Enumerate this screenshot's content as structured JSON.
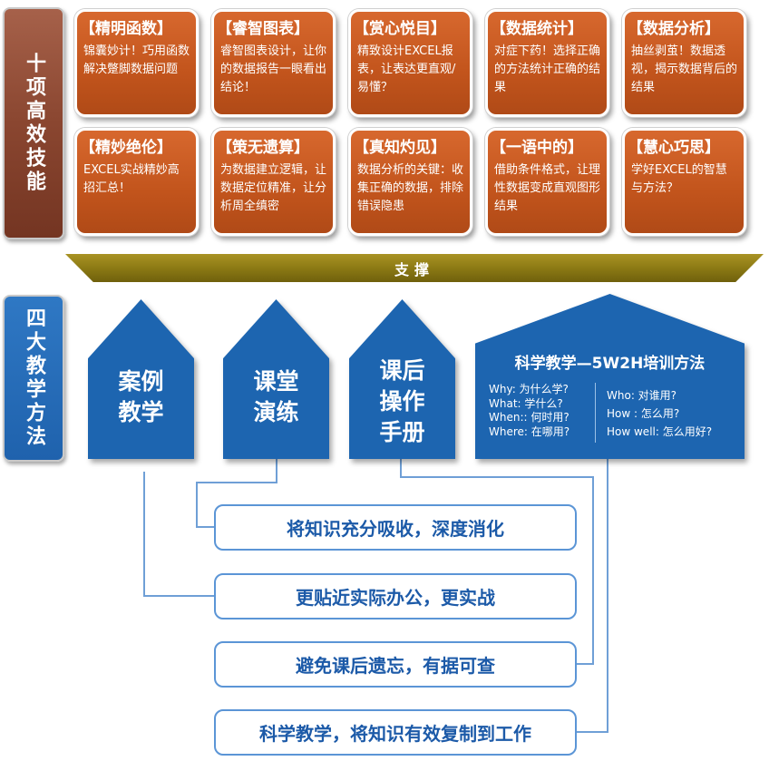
{
  "side_labels": {
    "skills": "十项高效技能",
    "methods": "四大教学方法"
  },
  "skills": [
    {
      "title": "【精明函数】",
      "desc": "锦囊妙计！巧用函数解决蹩脚数据问题"
    },
    {
      "title": "【睿智图表】",
      "desc": "睿智图表设计，让你的数据报告一眼看出结论！"
    },
    {
      "title": "【赏心悦目】",
      "desc": "精致设计EXCEL报表，让表达更直观/易懂？"
    },
    {
      "title": "【数据统计】",
      "desc": "对症下药！选择正确的方法统计正确的结果"
    },
    {
      "title": "【数据分析】",
      "desc": "抽丝剥茧！数据透视，揭示数据背后的结果"
    },
    {
      "title": "【精妙绝伦】",
      "desc": "EXCEL实战精妙高招汇总！"
    },
    {
      "title": "【策无遗算】",
      "desc": "为数据建立逻辑，让数据定位精准，让分析周全缜密"
    },
    {
      "title": "【真知灼见】",
      "desc": "数据分析的关键：收集正确的数据，排除错误隐患"
    },
    {
      "title": "【一语中的】",
      "desc": "借助条件格式，让理性数据变成直观图形结果"
    },
    {
      "title": "【慧心巧思】",
      "desc": "学好EXCEL的智慧与方法？"
    }
  ],
  "support_label": "支撑",
  "methods": [
    {
      "line1": "案例",
      "line2": "教学"
    },
    {
      "line1": "课堂",
      "line2": "演练"
    },
    {
      "line1": "课后",
      "line2": "操作",
      "line3": "手册"
    }
  ],
  "w2h": {
    "title": "科学教学—5W2H培训方法",
    "left": [
      "Why:  为什么学?",
      "What:  学什么?",
      "When::  何时用?",
      "Where:  在哪用?"
    ],
    "right": [
      "Who:  对谁用?",
      "How :  怎么用?",
      "How well:  怎么用好?"
    ]
  },
  "results": [
    "将知识充分吸收，深度消化",
    "更贴近实际办公，更实战",
    "避免课后遗忘，有据可查",
    "科学教学，将知识有效复制到工作"
  ],
  "colors": {
    "skill_card": "#c2541c",
    "side_brown": "#8a4630",
    "method_blue": "#1d65b0",
    "support_gold": "#8c7a14",
    "result_text": "#1c5aa8",
    "result_border": "#5b95d6"
  }
}
